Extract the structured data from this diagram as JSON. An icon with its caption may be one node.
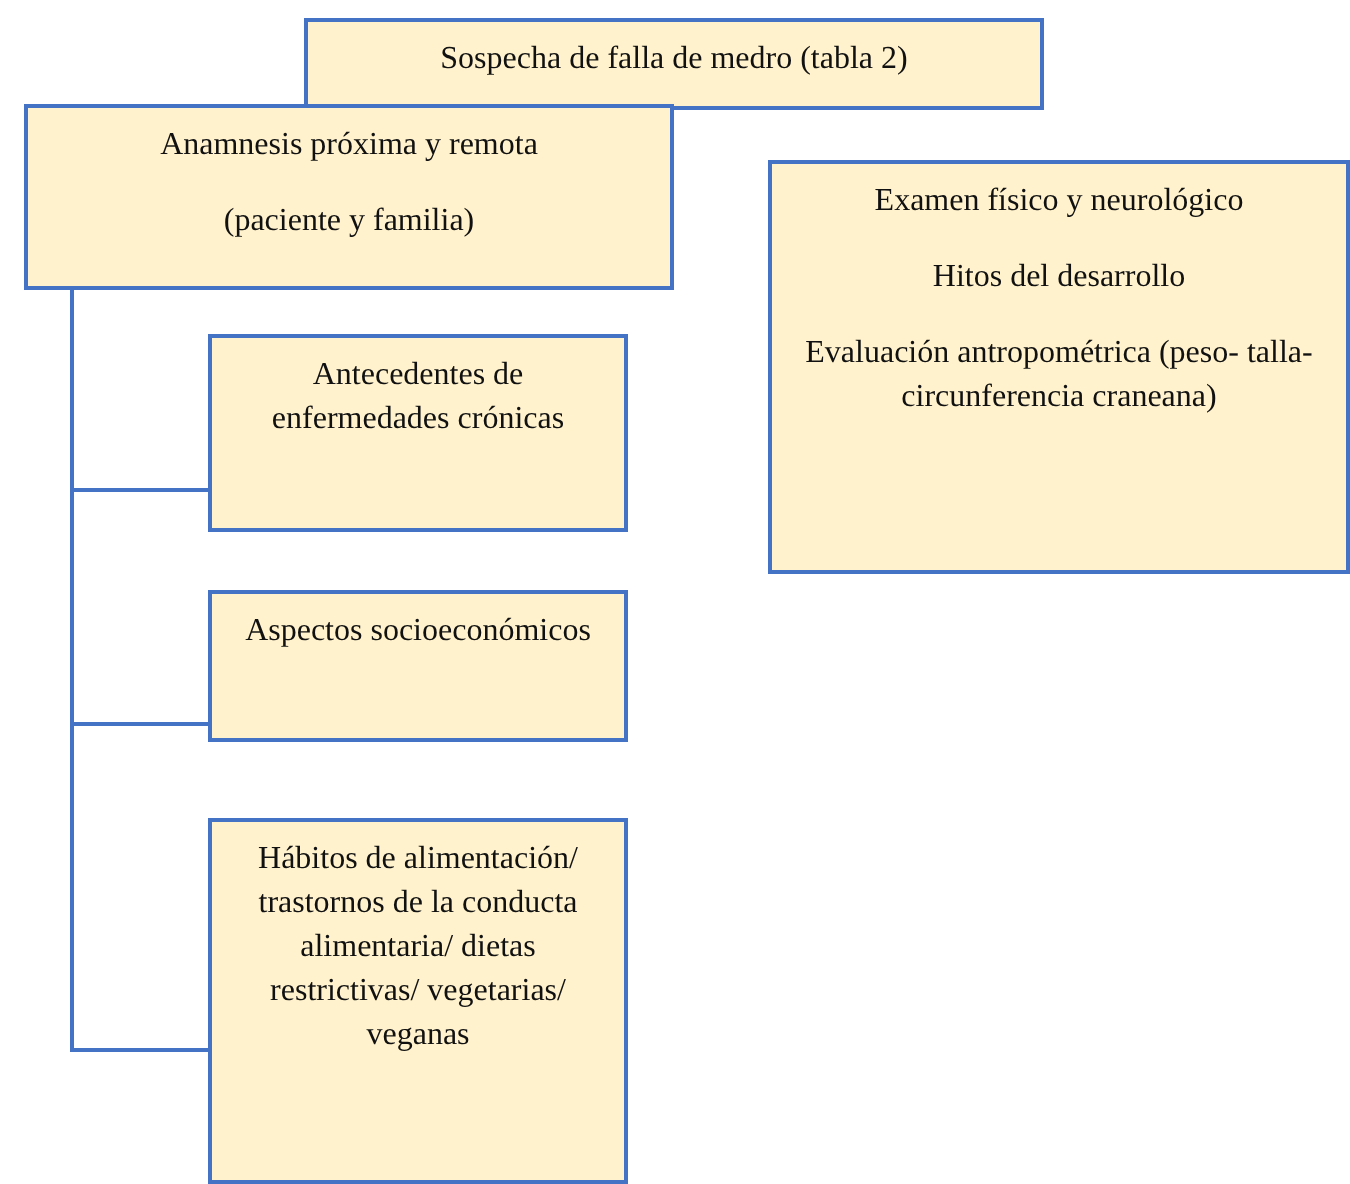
{
  "diagram": {
    "nodes": [
      {
        "text": [
          "Sospecha de falla de medro (tabla 2)"
        ]
      },
      {
        "text": [
          "Anamnesis próxima y remota",
          "(paciente y familia)"
        ]
      },
      {
        "text": [
          "Examen físico y neurológico",
          "Hitos del desarrollo",
          "Evaluación antropométrica (peso- talla- circunferencia craneana)"
        ]
      },
      {
        "text": [
          "Antecedentes de enfermedades crónicas"
        ]
      },
      {
        "text": [
          "Aspectos socioeconómicos"
        ]
      },
      {
        "text": [
          "Hábitos de alimentación/ trastornos de la conducta alimentaria/ dietas restrictivas/ vegetarias/ veganas"
        ]
      }
    ],
    "edges": [
      {
        "from": 1,
        "to": 3,
        "arrow": "none"
      },
      {
        "from": 1,
        "to": 4,
        "arrow": "none"
      },
      {
        "from": 1,
        "to": 5,
        "arrow": "none"
      }
    ]
  }
}
